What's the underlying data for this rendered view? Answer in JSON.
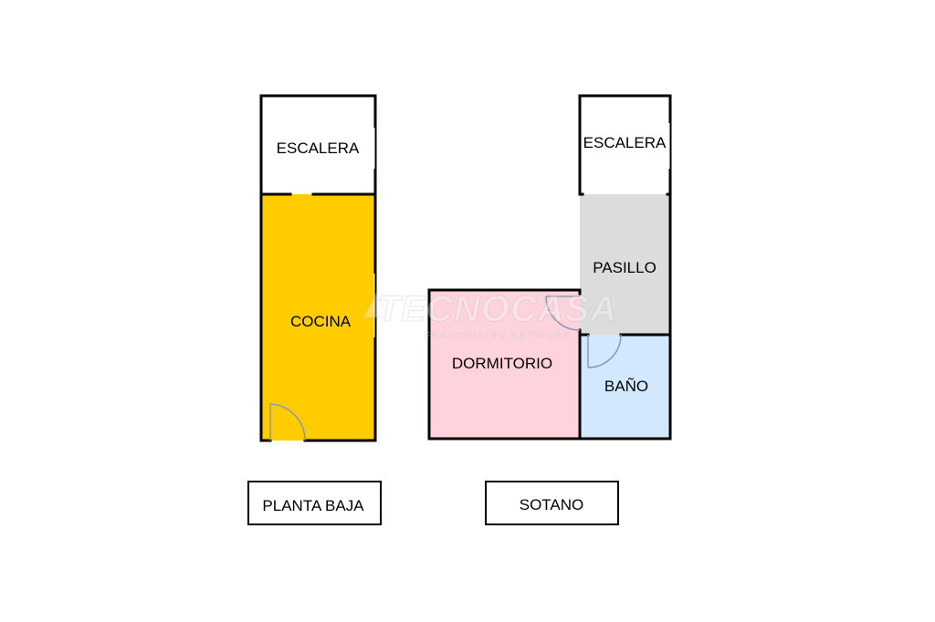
{
  "plans": {
    "ground_floor": {
      "rooms": {
        "stair": {
          "label": "ESCALERA"
        },
        "kitchen": {
          "label": "COCINA"
        }
      },
      "caption": "PLANTA BAJA"
    },
    "basement": {
      "rooms": {
        "stair": {
          "label": "ESCALERA"
        },
        "hallway": {
          "label": "PASILLO"
        },
        "bedroom": {
          "label": "DORMITORIO"
        },
        "bathroom": {
          "label": "BAÑO"
        }
      },
      "caption": "SOTANO"
    }
  },
  "watermark": {
    "brand": "TECNOCASA",
    "tagline": "FRANCHISING NETWORK"
  },
  "colors": {
    "kitchen": "#FFCC00",
    "hallway": "#DCDCDC",
    "bedroom": "#FFD3DC",
    "bathroom": "#D2E8FF",
    "wall": "#000000",
    "door": "#8A9AAE"
  }
}
